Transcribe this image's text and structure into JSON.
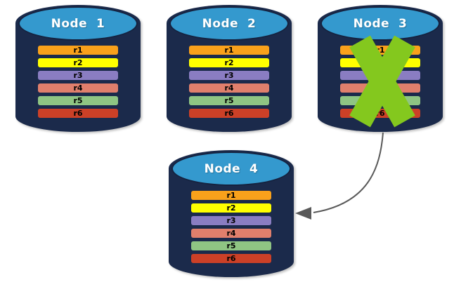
{
  "colors": {
    "background": "#FFFFFF",
    "cylinder_body": "#1B2A4B",
    "cylinder_top": "#3499CE",
    "cylinder_rim": "#15223F",
    "title_text": "#FFFFFF",
    "row_text": "#000000",
    "x_mark": "#84C81E",
    "arrow": "#595959"
  },
  "nodes": [
    {
      "title": "Node  1",
      "failed": false,
      "rows": [
        {
          "label": "r1",
          "color": "#F9A11B"
        },
        {
          "label": "r2",
          "color": "#FFFF00"
        },
        {
          "label": "r3",
          "color": "#8A7DC2"
        },
        {
          "label": "r4",
          "color": "#E07F6C"
        },
        {
          "label": "r5",
          "color": "#8FC583"
        },
        {
          "label": "r6",
          "color": "#CC4027"
        }
      ]
    },
    {
      "title": "Node  2",
      "failed": false,
      "rows": [
        {
          "label": "r1",
          "color": "#F9A11B"
        },
        {
          "label": "r2",
          "color": "#FFFF00"
        },
        {
          "label": "r3",
          "color": "#8A7DC2"
        },
        {
          "label": "r4",
          "color": "#E07F6C"
        },
        {
          "label": "r5",
          "color": "#8FC583"
        },
        {
          "label": "r6",
          "color": "#CC4027"
        }
      ]
    },
    {
      "title": "Node  3",
      "failed": true,
      "rows": [
        {
          "label": "r1",
          "color": "#F9A11B"
        },
        {
          "label": "r2",
          "color": "#FFFF00"
        },
        {
          "label": "r3",
          "color": "#8A7DC2"
        },
        {
          "label": "r4",
          "color": "#E07F6C"
        },
        {
          "label": "r5",
          "color": "#8FC583"
        },
        {
          "label": "r6",
          "color": "#CC4027"
        }
      ]
    },
    {
      "title": "Node  4",
      "failed": false,
      "rows": [
        {
          "label": "r1",
          "color": "#F9A11B"
        },
        {
          "label": "r2",
          "color": "#FFFF00"
        },
        {
          "label": "r3",
          "color": "#8A7DC2"
        },
        {
          "label": "r4",
          "color": "#E07F6C"
        },
        {
          "label": "r5",
          "color": "#8FC583"
        },
        {
          "label": "r6",
          "color": "#CC4027"
        }
      ]
    }
  ],
  "annotations": {
    "failure_mark_on": "Node  3",
    "arrow_from": "Node  3",
    "arrow_to": "Node  4"
  }
}
